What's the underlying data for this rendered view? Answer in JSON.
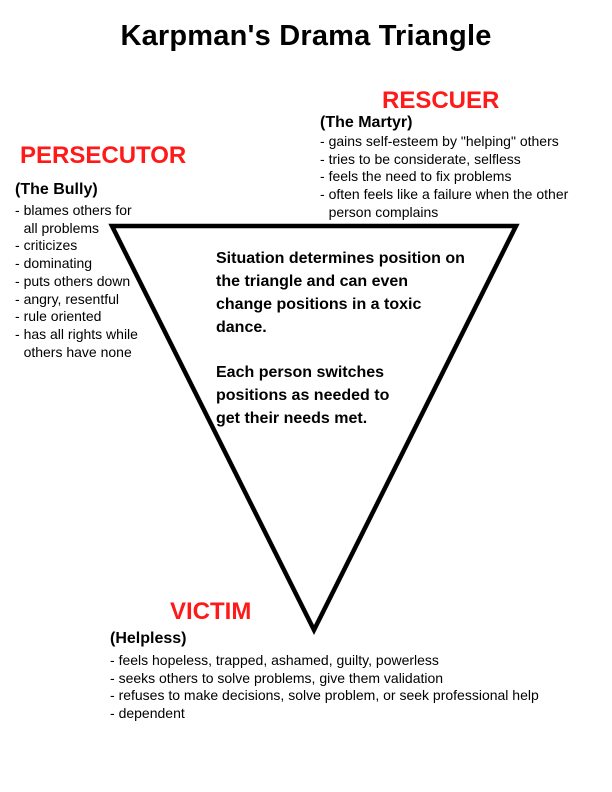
{
  "title": "Karpman's Drama Triangle",
  "colors": {
    "role_label": "#ff1a1a",
    "text": "#000000",
    "triangle_stroke": "#000000"
  },
  "rescuer": {
    "label": "RESCUER",
    "subtitle": "(The Martyr)",
    "traits": [
      "gains self-esteem by \"helping\" others",
      "tries to be considerate, selfless",
      "feels the need to fix problems",
      "often feels like a failure when the other person complains"
    ]
  },
  "persecutor": {
    "label": "PERSECUTOR",
    "subtitle": "(The Bully)",
    "traits": [
      "blames others for all problems",
      "criticizes",
      "dominating",
      "puts others down",
      "angry, resentful",
      "rule oriented",
      "has all rights while others have none"
    ]
  },
  "victim": {
    "label": "VICTIM",
    "subtitle": "(Helpless)",
    "traits": [
      "feels hopeless, trapped, ashamed, guilty, powerless",
      "seeks others to solve problems, give them validation",
      "refuses to make decisions, solve problem, or seek professional help",
      "dependent"
    ]
  },
  "center_text": {
    "paragraph1": "Situation determines position on the triangle and can even change positions in a toxic dance.",
    "paragraph2": "Each person switches positions as needed to get their needs met."
  }
}
